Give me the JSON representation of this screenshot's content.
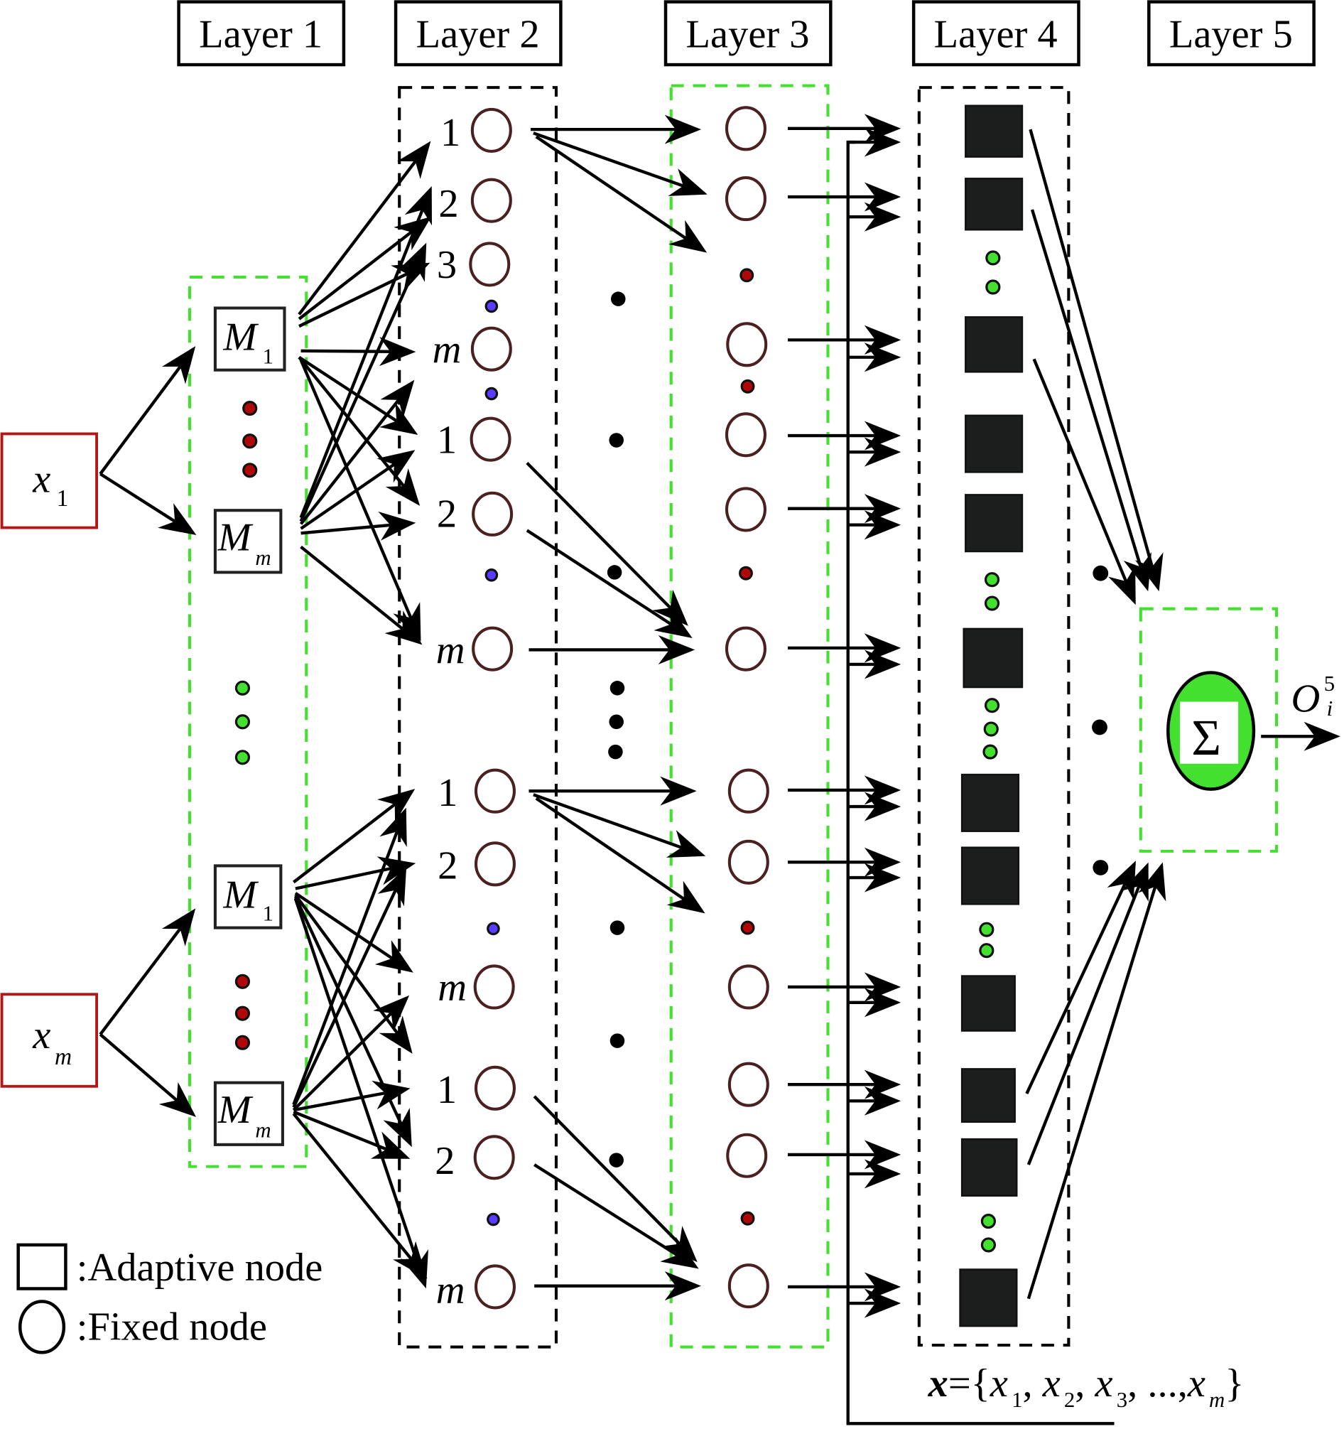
{
  "figure": {
    "type": "ANFIS network architecture",
    "layer_titles": [
      "Layer 1",
      "Layer 2",
      "Layer 3",
      "Layer 4",
      "Layer 5"
    ]
  },
  "inputs": [
    {
      "label": "x",
      "sub": "1"
    },
    {
      "label": "x",
      "sub": "m"
    }
  ],
  "layer1": {
    "groups": [
      {
        "nodes": [
          {
            "label": "M",
            "sub": "1"
          },
          {
            "label": "M",
            "sub": "m"
          }
        ]
      },
      {
        "nodes": [
          {
            "label": "M",
            "sub": "1"
          },
          {
            "label": "M",
            "sub": "m"
          }
        ]
      }
    ]
  },
  "layer2": {
    "node_labels": [
      "1",
      "2",
      "3",
      "m",
      "1",
      "2",
      "m",
      "1",
      "2",
      "m",
      "1",
      "2",
      "m"
    ]
  },
  "layer5": {
    "node_symbol": "Σ",
    "output_label": "O",
    "output_sup": "5",
    "output_sub": "i"
  },
  "formula": {
    "lhs": "x",
    "eq": "=",
    "items": [
      {
        "v": "x",
        "s": "1"
      },
      {
        "v": "x",
        "s": "2"
      },
      {
        "v": "x",
        "s": "3"
      },
      {
        "v": "x",
        "s": "m"
      }
    ],
    "ellipsis": "...,"
  },
  "legend": {
    "adaptive": ":Adaptive node",
    "fixed": ":Fixed node"
  },
  "colors": {
    "input_border": "#b01818",
    "green_dash": "#44e030",
    "dot_red": "#b00808",
    "dot_blue": "#5a3cff",
    "dot_green": "#44e030",
    "sigma_fill": "#44e030"
  }
}
